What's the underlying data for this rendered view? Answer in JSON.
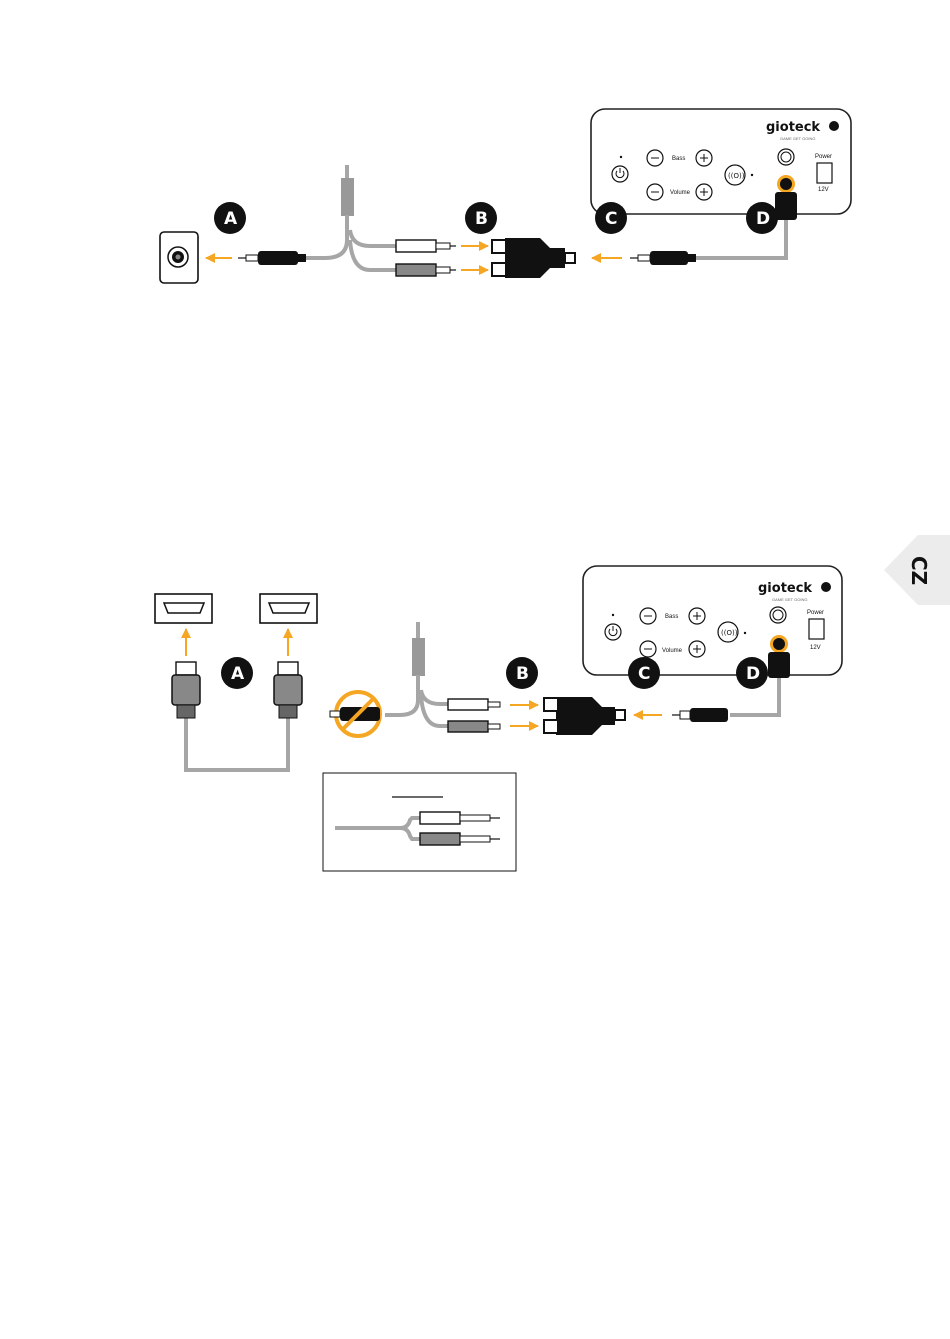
{
  "language_tab": "CZ",
  "colors": {
    "arrow": "#f5a623",
    "cable": "#a6a6a6",
    "connector": "#111111",
    "tab": "#ececec"
  },
  "diagram1": {
    "markers": [
      "A",
      "B",
      "C",
      "D"
    ],
    "device": {
      "brand": "gioteck",
      "tagline": "GAME GET GOING",
      "bass_label": "Bass",
      "volume_label": "Volume",
      "power_label": "Power",
      "voltage_label": "12V"
    }
  },
  "diagram2": {
    "markers": [
      "A",
      "B",
      "C",
      "D"
    ],
    "device": {
      "brand": "gioteck",
      "tagline": "GAME GET GOING",
      "bass_label": "Bass",
      "volume_label": "Volume",
      "power_label": "Power",
      "voltage_label": "12V"
    }
  }
}
